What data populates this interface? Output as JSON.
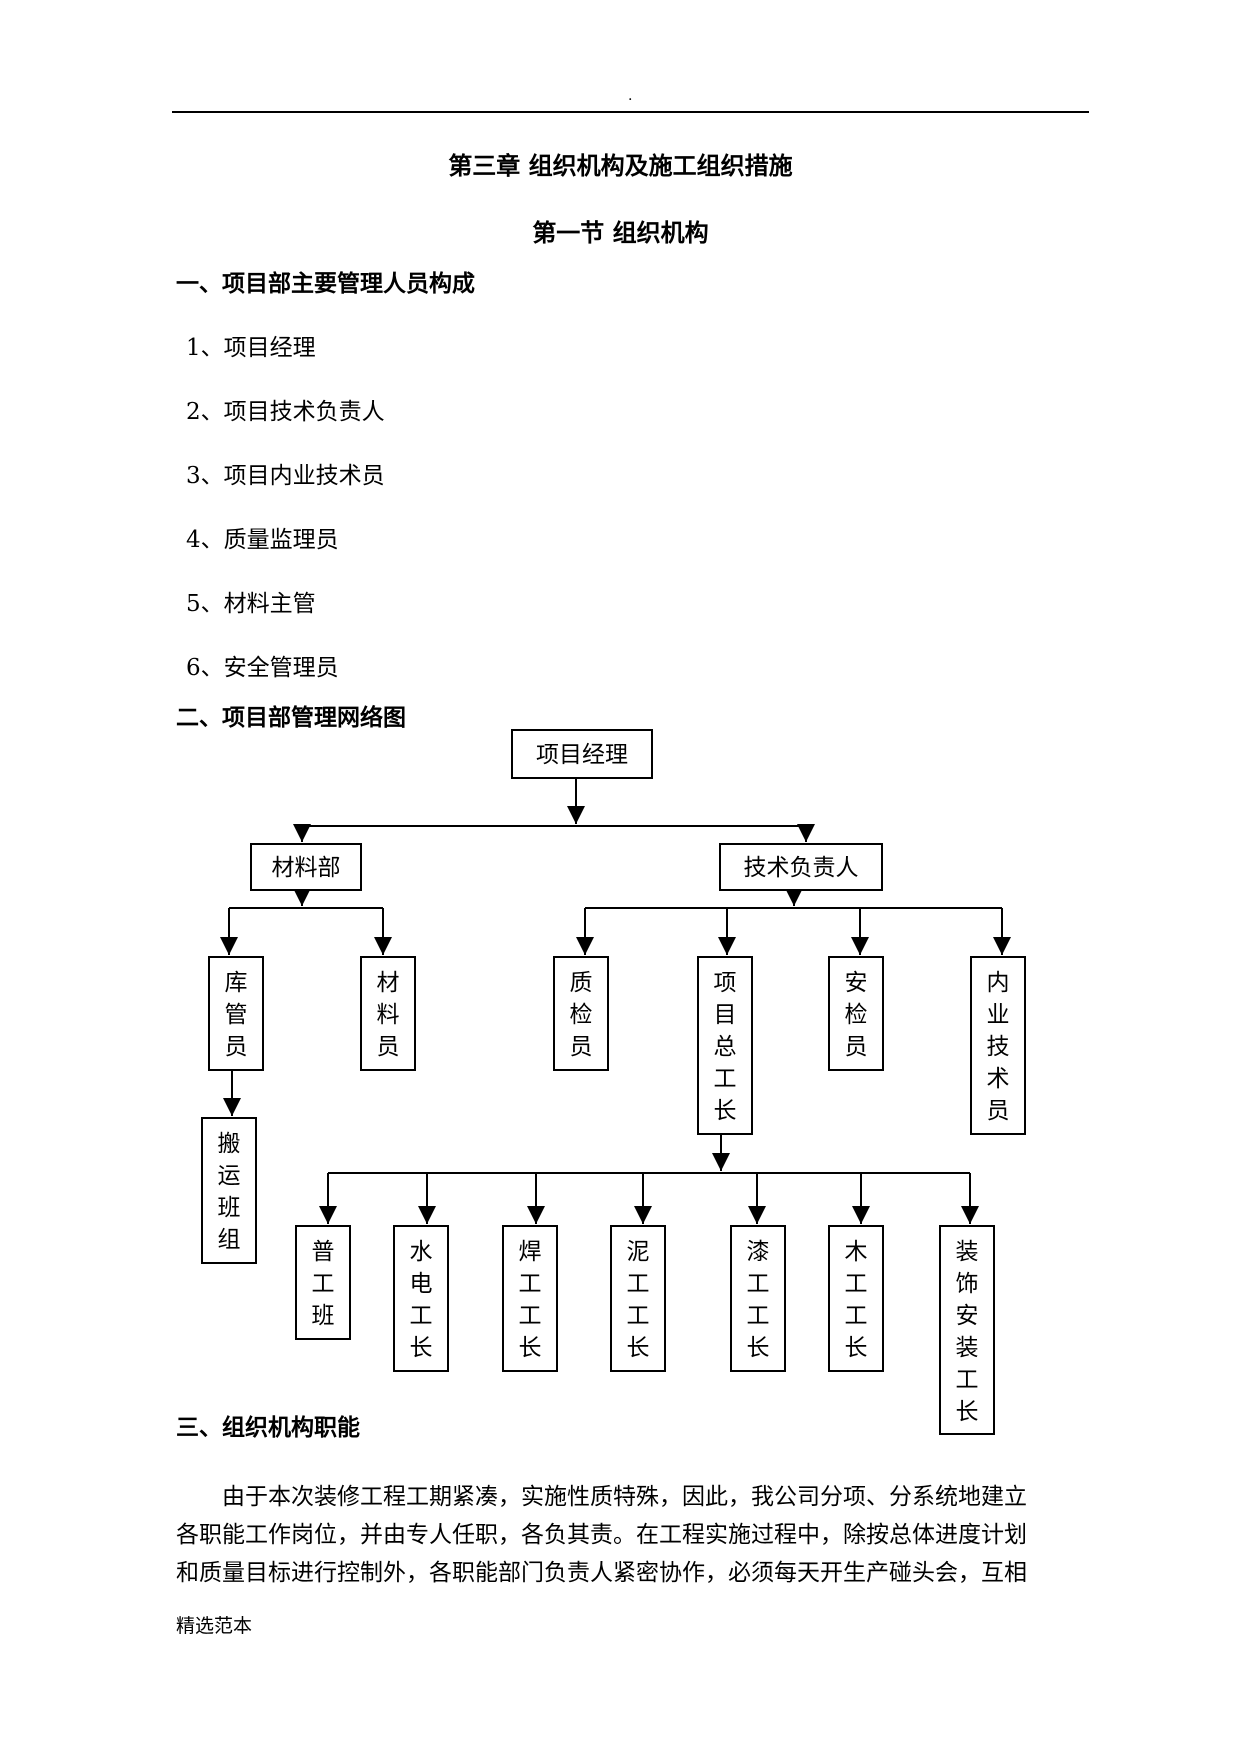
{
  "header": {
    "mark": "."
  },
  "chapter_title": "第三章 组织机构及施工组织措施",
  "section_title": "第一节 组织机构",
  "part1": {
    "heading": "一、项目部主要管理人员构成",
    "items": [
      "1、项目经理",
      "2、项目技术负责人",
      "3、项目内业技术员",
      "4、质量监理员",
      "5、材料主管",
      "6、安全管理员"
    ]
  },
  "part2": {
    "heading": "二、项目部管理网络图",
    "org_chart": {
      "root": "项目经理",
      "level1": [
        "材料部",
        "技术负责人"
      ],
      "materials_children": [
        "库管员",
        "材料员"
      ],
      "warehouse_child": "搬运班组",
      "tech_children": [
        "质检员",
        "项目总工长",
        "安检员",
        "内业技术员"
      ],
      "foreman_children": [
        "普工班",
        "水电工长",
        "焊工工长",
        "泥工工长",
        "漆工工长",
        "木工工长",
        "装饰安装工长"
      ]
    }
  },
  "part3": {
    "heading": "三、组织机构职能",
    "paragraph_lines": [
      "由于本次装修工程工期紧凑，实施性质特殊，因此，我公司分项、分系统地建立",
      "各职能工作岗位，并由专人任职，各负其责。在工程实施过程中，除按总体进度计划",
      "和质量目标进行控制外，各职能部门负责人紧密协作，必须每天开生产碰头会，互相"
    ]
  },
  "footer": {
    "text": "精选范本"
  }
}
